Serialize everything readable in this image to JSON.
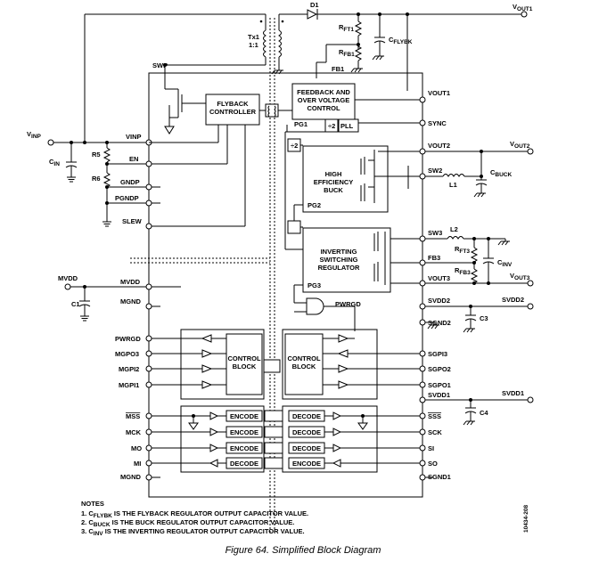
{
  "caption": "Figure 64. Simplified Block Diagram",
  "side_code": "10434-208",
  "notes": {
    "title": "NOTES",
    "lines": [
      {
        "num": "1. ",
        "sym": "C",
        "sub": "FLYBK",
        "rest": " IS THE FLYBACK REGULATOR OUTPUT CAPACITOR VALUE."
      },
      {
        "num": "2. ",
        "sym": "C",
        "sub": "BUCK",
        "rest": " IS THE BUCK REGULATOR OUTPUT CAPACITOR VALUE."
      },
      {
        "num": "3. ",
        "sym": "C",
        "sub": "INV",
        "rest": " IS THE INVERTING REGULATOR OUTPUT CAPACITOR VALUE."
      }
    ]
  },
  "blocks": {
    "flyback": [
      "FLYBACK",
      "CONTROLLER"
    ],
    "feedback": [
      "FEEDBACK AND",
      "OVER VOLTAGE",
      "CONTROL"
    ],
    "buck": [
      "HIGH",
      "EFFICIENCY",
      "BUCK"
    ],
    "inverting": [
      "INVERTING",
      "SWITCHING",
      "REGULATOR"
    ],
    "control_left": [
      "CONTROL",
      "BLOCK"
    ],
    "control_right": [
      "CONTROL",
      "BLOCK"
    ],
    "pll": "PLL",
    "div2_a": "÷2",
    "div2_b": "÷2",
    "encode": "ENCODE",
    "decode": "DECODE"
  },
  "components": {
    "d1": "D1",
    "tx1": "Tx1",
    "tx1_ratio": "1:1",
    "rft1": {
      "main": "R",
      "sub": "FT1"
    },
    "rfb1": {
      "main": "R",
      "sub": "FB1"
    },
    "cflybk": {
      "main": "C",
      "sub": "FLYBK"
    },
    "cbuck": {
      "main": "C",
      "sub": "BUCK"
    },
    "l1": "L1",
    "l2": "L2",
    "rft3": {
      "main": "R",
      "sub": "FT3"
    },
    "rfb3": {
      "main": "R",
      "sub": "FB3"
    },
    "cinv": {
      "main": "C",
      "sub": "INV"
    },
    "cin": {
      "main": "C",
      "sub": "IN"
    },
    "r5": "R5",
    "r6": "R6",
    "c1": "C1",
    "c3": "C3",
    "c4": "C4"
  },
  "ext_nets": {
    "vout1": {
      "main": "V",
      "sub": "OUT1"
    },
    "vout2": {
      "main": "V",
      "sub": "OUT2"
    },
    "vout3": {
      "main": "V",
      "sub": "OUT3"
    },
    "vinp": {
      "main": "V",
      "sub": "INP"
    },
    "mvdd": "MVDD",
    "svdd2": "SVDD2",
    "svdd1": "SVDD1"
  },
  "internal": {
    "swp": "SWP",
    "fb1": "FB1",
    "pg1": "PG1",
    "pg2": "PG2",
    "pg3": "PG3",
    "pwrgd": "PWRGD"
  },
  "pins_left": [
    "VINP",
    "EN",
    "GNDP",
    "PGNDP",
    "SLEW",
    "MVDD",
    "MGND",
    "PWRGD",
    "MGPO3",
    "MGPI2",
    "MGPI1",
    "MSS",
    "MCK",
    "MO",
    "MI",
    "MGND"
  ],
  "pins_right": [
    "VOUT1",
    "SYNC",
    "VOUT2",
    "SW2",
    "SW3",
    "FB3",
    "VOUT3",
    "SVDD2",
    "SGND2",
    "SGPI3",
    "SGPO2",
    "SGPO1",
    "SVDD1",
    "SSS",
    "SCK",
    "SI",
    "SO",
    "SGND1"
  ]
}
